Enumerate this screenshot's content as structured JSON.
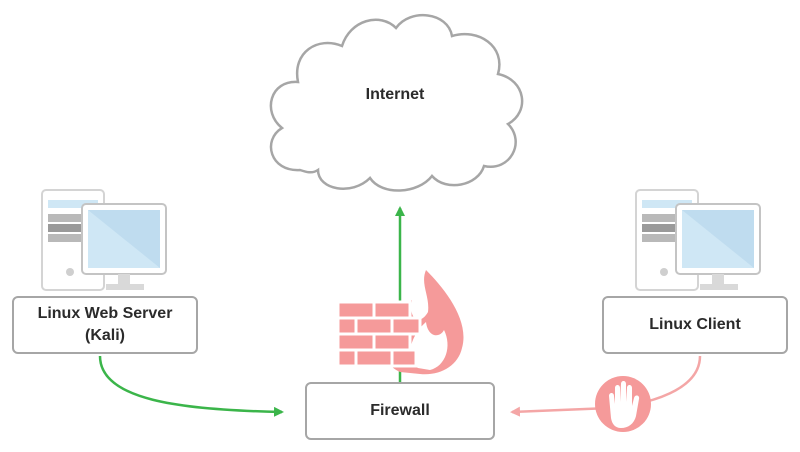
{
  "nodes": {
    "internet": {
      "label": "Internet"
    },
    "server": {
      "label_line1": "Linux Web Server",
      "label_line2": "(Kali)"
    },
    "client": {
      "label": "Linux Client"
    },
    "firewall": {
      "label": "Firewall"
    }
  },
  "icons": {
    "cloud": "cloud-icon",
    "server_computer": "desktop-computer-icon",
    "client_computer": "desktop-computer-icon",
    "firewall": "firewall-brick-flame-icon",
    "blocked": "stop-hand-icon"
  },
  "connections": [
    {
      "from": "Linux Web Server (Kali)",
      "to": "Firewall",
      "status": "allowed"
    },
    {
      "from": "Firewall",
      "to": "Internet",
      "status": "allowed"
    },
    {
      "from": "Linux Client",
      "to": "Firewall",
      "status": "blocked"
    }
  ],
  "colors": {
    "allowed": "#3bb54a",
    "blocked": "#f4a6a6",
    "firewall": "#f59a9a",
    "box_border": "#a6a6a6",
    "monitor_screen": "#cfe7f5"
  }
}
